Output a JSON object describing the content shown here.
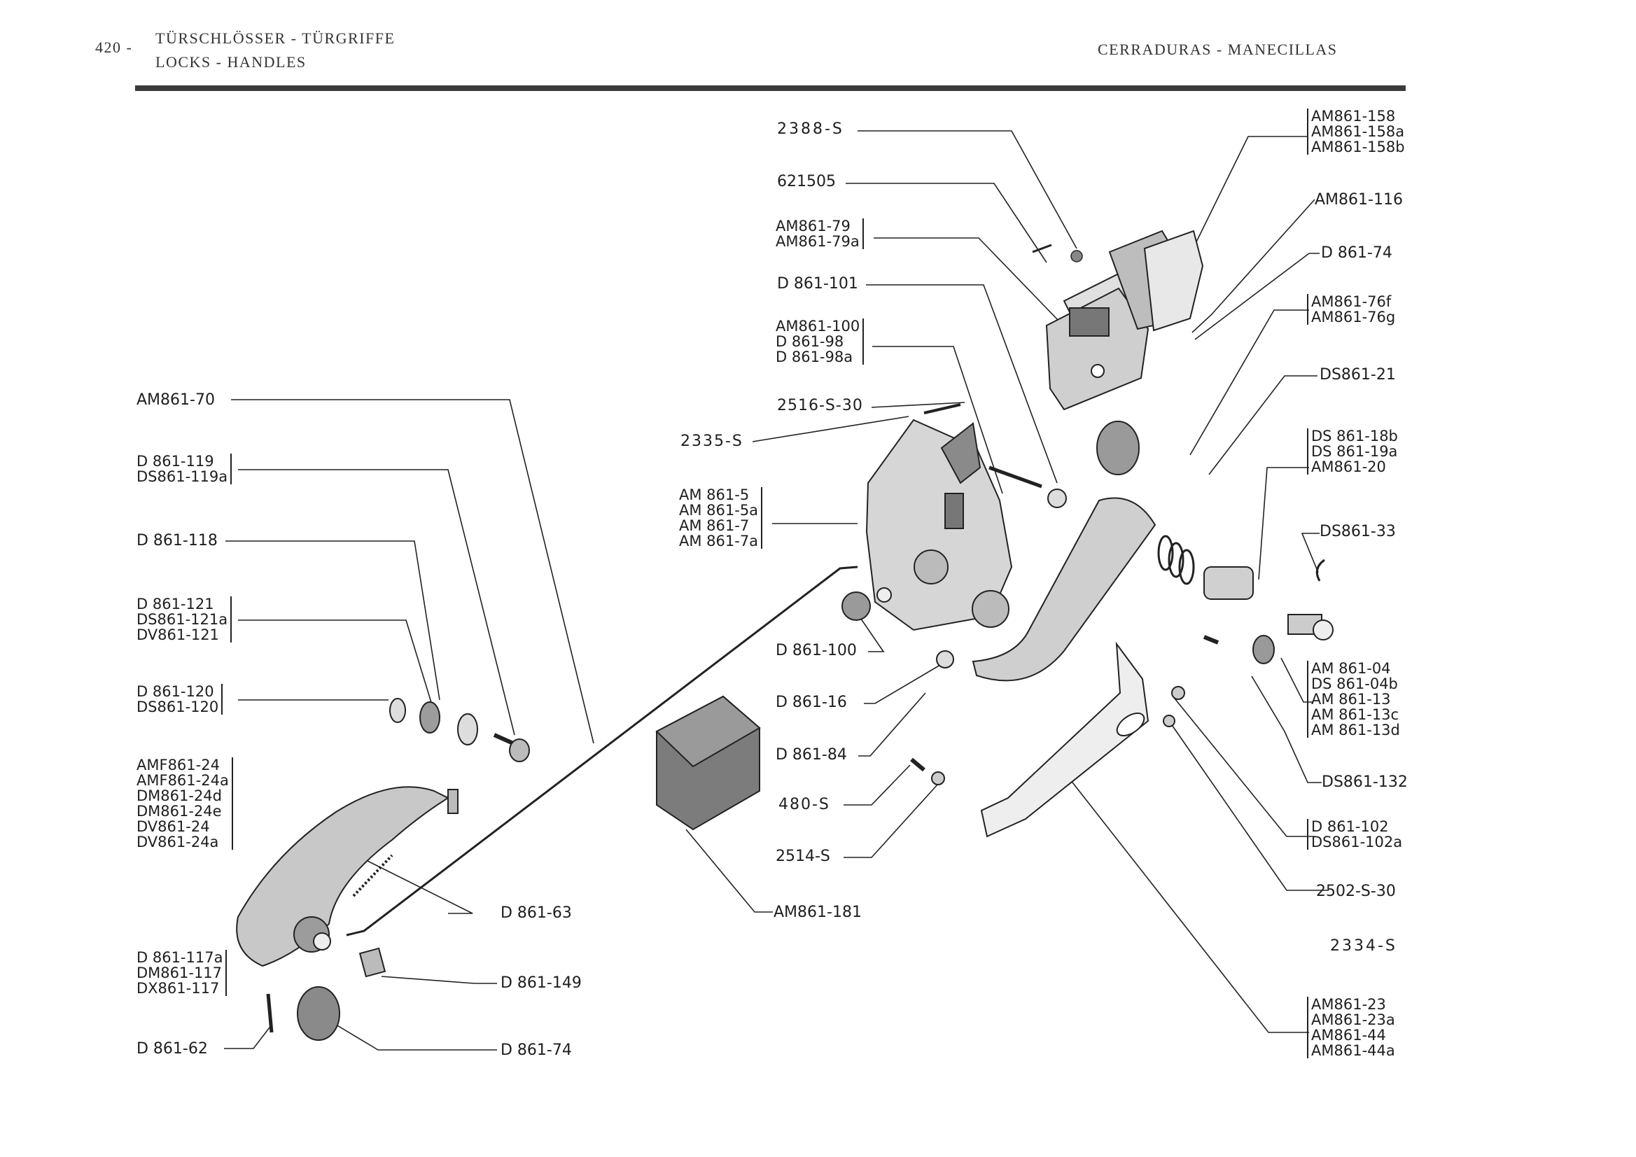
{
  "header": {
    "page_number": "420 -",
    "title_de": "TÜRSCHLÖSSER - TÜRGRIFFE",
    "title_en": "LOCKS - HANDLES",
    "title_es": "CERRADURAS - MANECILLAS"
  },
  "labels": {
    "l_2388s": "2388-S",
    "l_621505": "621505",
    "l_d861_101": "D 861-101",
    "l_2516s30": "2516-S-30",
    "l_2335s": "2335-S",
    "l_d861_100": "D 861-100",
    "l_d861_16": "D 861-16",
    "l_d861_84": "D 861-84",
    "l_480s": "480-S",
    "l_2514s": "2514-S",
    "l_am861_181": "AM861-181",
    "l_am861_70": "AM861-70",
    "l_d861_118": "D 861-118",
    "l_d861_63": "D 861-63",
    "l_d861_149": "D 861-149",
    "l_d861_62": "D 861-62",
    "l_d861_74_bottom": "D 861-74",
    "l_am861_116": "AM861-116",
    "l_d861_74_top": "D 861-74",
    "l_ds861_21": "DS861-21",
    "l_ds861_33": "DS861-33",
    "l_ds861_132": "DS861-132",
    "l_2502s30": "2502-S-30",
    "l_2334s": "2334-S"
  },
  "groups": {
    "g_am861_158": [
      "AM861-158",
      "AM861-158a",
      "AM861-158b"
    ],
    "g_am861_79": [
      "AM861-79",
      "AM861-79a"
    ],
    "g_am861_100": [
      "AM861-100",
      "D 861-98",
      "D 861-98a"
    ],
    "g_am861_5": [
      "AM 861-5",
      "AM 861-5a",
      "AM 861-7",
      "AM 861-7a"
    ],
    "g_d861_119": [
      "D 861-119",
      "DS861-119a"
    ],
    "g_d861_121": [
      "D 861-121",
      "DS861-121a",
      "DV861-121"
    ],
    "g_d861_120": [
      "D 861-120",
      "DS861-120"
    ],
    "g_amf861_24": [
      "AMF861-24",
      "AMF861-24a",
      "DM861-24d",
      "DM861-24e",
      "DV861-24",
      "DV861-24a"
    ],
    "g_d861_117": [
      "D 861-117a",
      "DM861-117",
      "DX861-117"
    ],
    "g_am861_76": [
      "AM861-76f",
      "AM861-76g"
    ],
    "g_ds861_18": [
      "DS 861-18b",
      "DS 861-19a",
      "AM861-20"
    ],
    "g_am861_04": [
      "AM 861-04",
      "DS 861-04b",
      "AM 861-13",
      "AM 861-13c",
      "AM 861-13d"
    ],
    "g_d861_102": [
      "D 861-102",
      "DS861-102a"
    ],
    "g_am861_23": [
      "AM861-23",
      "AM861-23a",
      "AM861-44",
      "AM861-44a"
    ]
  }
}
